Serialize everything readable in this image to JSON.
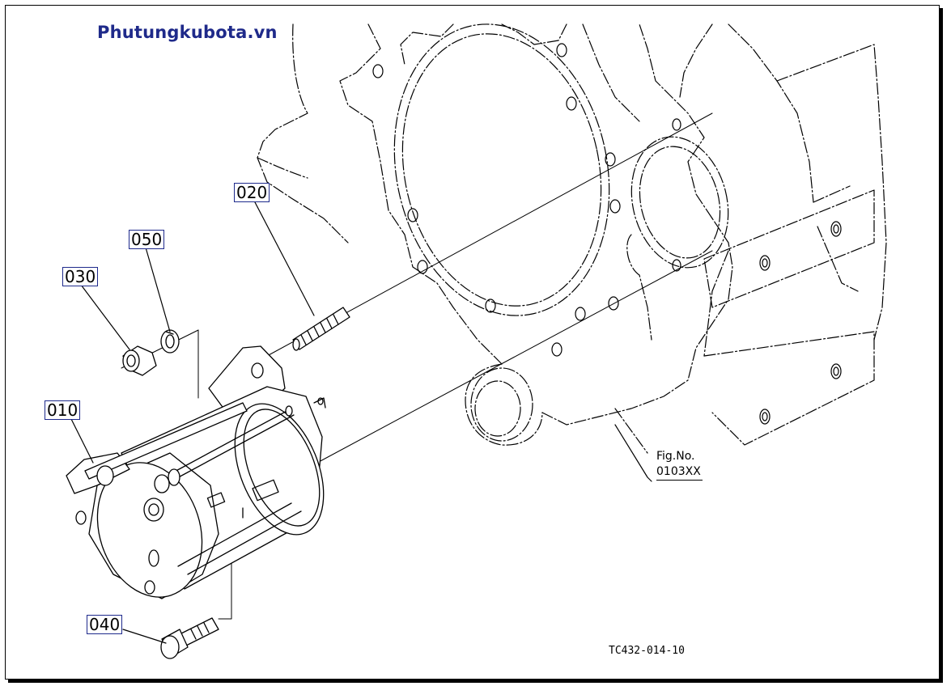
{
  "watermark": "Phutungkubota.vn",
  "parts": [
    {
      "id": "part-010",
      "label": "010"
    },
    {
      "id": "part-020",
      "label": "020"
    },
    {
      "id": "part-030",
      "label": "030"
    },
    {
      "id": "part-040",
      "label": "040"
    },
    {
      "id": "part-050",
      "label": "050"
    }
  ],
  "figure_ref": {
    "line1": "Fig.No.",
    "line2": "0103XX"
  },
  "drawing_number": "TC432-014-10",
  "colors": {
    "line": "#000000",
    "callout_border": "#1e2a8c",
    "watermark": "#1f2a8a"
  }
}
